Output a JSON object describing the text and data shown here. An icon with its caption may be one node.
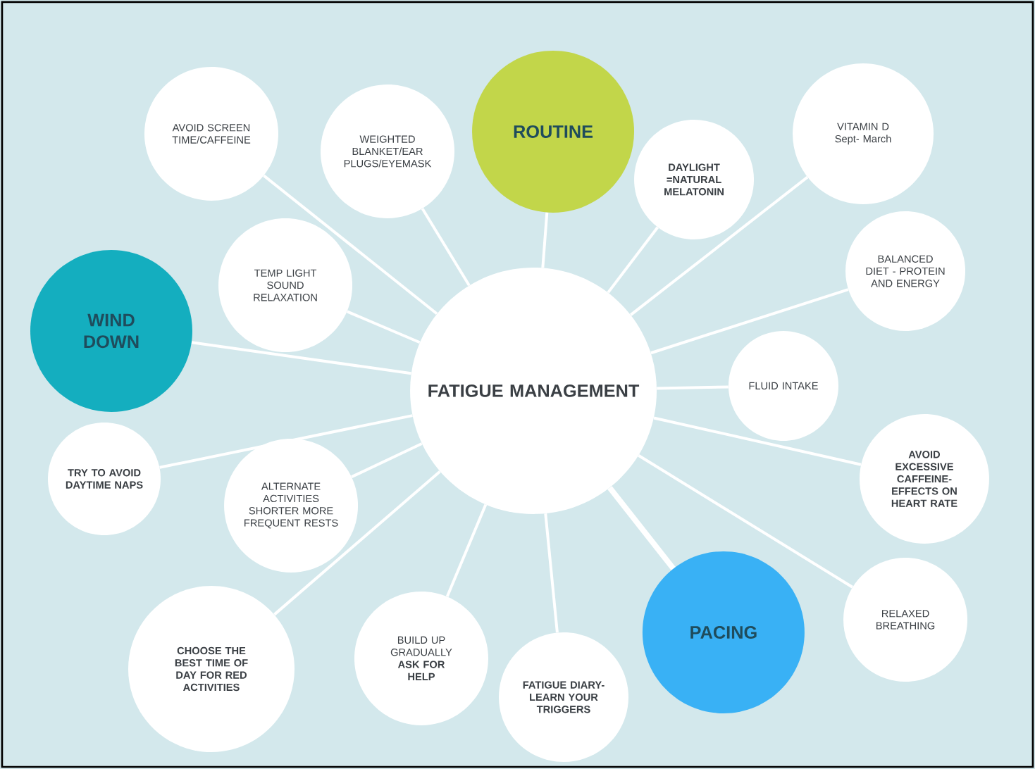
{
  "diagram": {
    "nodes": [
      {
        "text": [
          "FATIGUE MANAGEMENT"
        ]
      },
      {
        "text": [
          "AVOID SCREEN TIME/CAFFEINE"
        ]
      },
      {
        "text": [
          "WEIGHTED BLANKET/EAR PLUGS/EYEMASK"
        ]
      },
      {
        "text": [
          "ROUTINE"
        ]
      },
      {
        "text": [
          "DAYLIGHT =NATURAL MELATONIN"
        ]
      },
      {
        "text": [
          "VITAMIN D Sept- March"
        ]
      },
      {
        "text": [
          "WIND DOWN"
        ]
      },
      {
        "text": [
          "TEMP LIGHT SOUND RELAXATION"
        ]
      },
      {
        "text": [
          "BALANCED DIET - PROTEIN AND ENERGY"
        ]
      },
      {
        "text": [
          "FLUID INTAKE"
        ]
      },
      {
        "text": [
          "TRY TO AVOID DAYTIME NAPS"
        ]
      },
      {
        "text": [
          "ALTERNATE ACTIVITIES SHORTER MORE FREQUENT RESTS"
        ]
      },
      {
        "text": [
          "AVOID EXCESSIVE CAFFEINE- EFFECTS ON HEART RATE"
        ]
      },
      {
        "text": [
          "CHOOSE THE BEST TIME OF DAY FOR RED ACTIVITIES"
        ]
      },
      {
        "text": [
          "BUILD UP GRADUALLY **ASK FOR HELP**"
        ]
      },
      {
        "text": [
          "FATIGUE DIARY- LEARN YOUR TRIGGERS"
        ]
      },
      {
        "text": [
          "PACING"
        ]
      },
      {
        "text": [
          "RELAXED BREATHING"
        ]
      }
    ],
    "edges": [
      {
        "from": 0,
        "to": 1,
        "arrow": "none"
      },
      {
        "from": 0,
        "to": 2,
        "arrow": "none"
      },
      {
        "from": 0,
        "to": 3,
        "arrow": "none"
      },
      {
        "from": 0,
        "to": 4,
        "arrow": "none"
      },
      {
        "from": 0,
        "to": 5,
        "arrow": "none"
      },
      {
        "from": 0,
        "to": 6,
        "arrow": "none"
      },
      {
        "from": 0,
        "to": 7,
        "arrow": "none"
      },
      {
        "from": 0,
        "to": 8,
        "arrow": "none"
      },
      {
        "from": 0,
        "to": 9,
        "arrow": "none"
      },
      {
        "from": 0,
        "to": 10,
        "arrow": "none"
      },
      {
        "from": 0,
        "to": 11,
        "arrow": "none"
      },
      {
        "from": 0,
        "to": 12,
        "arrow": "none"
      },
      {
        "from": 0,
        "to": 13,
        "arrow": "none"
      },
      {
        "from": 0,
        "to": 14,
        "arrow": "none"
      },
      {
        "from": 0,
        "to": 15,
        "arrow": "none"
      },
      {
        "from": 0,
        "to": 16,
        "arrow": "none",
        "style": "thick"
      },
      {
        "from": 0,
        "to": 17,
        "arrow": "none"
      }
    ]
  }
}
